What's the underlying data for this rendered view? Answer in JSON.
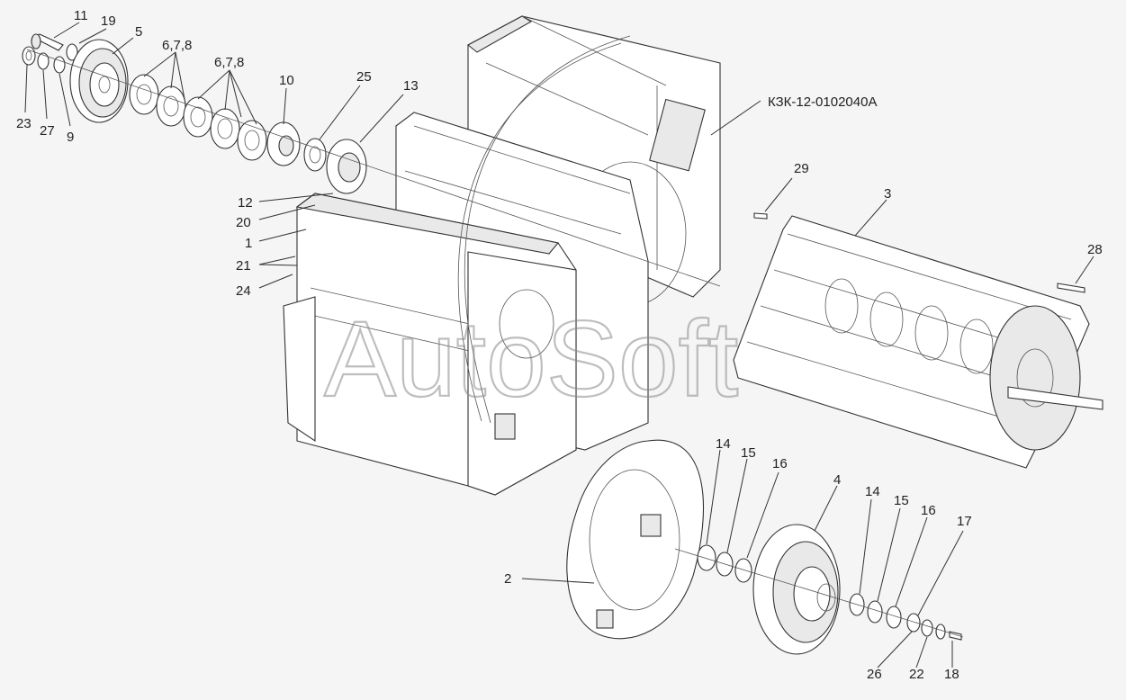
{
  "drawing": {
    "assembly_code": "КЗК-12-0102040А",
    "watermark": "AutoSoft"
  },
  "callouts": [
    {
      "id": "c11",
      "text": "11"
    },
    {
      "id": "c19",
      "text": "19"
    },
    {
      "id": "c5",
      "text": "5"
    },
    {
      "id": "c678a",
      "text": "6,7,8"
    },
    {
      "id": "c678b",
      "text": "6,7,8"
    },
    {
      "id": "c10",
      "text": "10"
    },
    {
      "id": "c25",
      "text": "25"
    },
    {
      "id": "c13",
      "text": "13"
    },
    {
      "id": "c23",
      "text": "23"
    },
    {
      "id": "c27",
      "text": "27"
    },
    {
      "id": "c9",
      "text": "9"
    },
    {
      "id": "c12",
      "text": "12"
    },
    {
      "id": "c20",
      "text": "20"
    },
    {
      "id": "c1",
      "text": "1"
    },
    {
      "id": "c21",
      "text": "21"
    },
    {
      "id": "c24",
      "text": "24"
    },
    {
      "id": "c29",
      "text": "29"
    },
    {
      "id": "c3",
      "text": "3"
    },
    {
      "id": "c28",
      "text": "28"
    },
    {
      "id": "c14a",
      "text": "14"
    },
    {
      "id": "c15a",
      "text": "15"
    },
    {
      "id": "c16a",
      "text": "16"
    },
    {
      "id": "c4",
      "text": "4"
    },
    {
      "id": "c14b",
      "text": "14"
    },
    {
      "id": "c15b",
      "text": "15"
    },
    {
      "id": "c16b",
      "text": "16"
    },
    {
      "id": "c17",
      "text": "17"
    },
    {
      "id": "c2",
      "text": "2"
    },
    {
      "id": "c26",
      "text": "26"
    },
    {
      "id": "c22",
      "text": "22"
    },
    {
      "id": "c18",
      "text": "18"
    }
  ]
}
